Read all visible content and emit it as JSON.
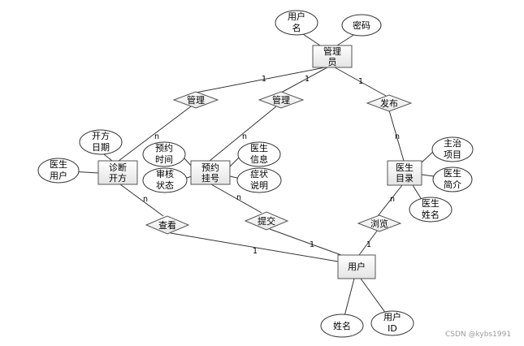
{
  "entities": {
    "admin": "管理员",
    "diagnosis": "诊断开方",
    "appointment": "预约挂号",
    "doctor_list": "医生目录",
    "user": "用户"
  },
  "relationships": {
    "manage_1": "管理",
    "manage_2": "管理",
    "publish": "发布",
    "view": "查看",
    "submit": "提交",
    "browse": "浏览"
  },
  "attributes": {
    "username": "用户名",
    "password": "密码",
    "prescription_date": "开方日期",
    "doctor_user": "医生用户",
    "appointment_time": "预约时间",
    "review_status": "审核状态",
    "doctor_info": "医生信息",
    "symptom_desc": "症状说明",
    "specialty": "主治项目",
    "doctor_intro": "医生简介",
    "doctor_name": "医生姓名",
    "user_name": "姓名",
    "user_id": "用户ID"
  },
  "cardinalities": {
    "admin_manage1": "1",
    "admin_manage2": "1",
    "admin_publish": "1",
    "manage1_diagnosis": "n",
    "manage2_appointment": "n",
    "publish_doctorlist": "n",
    "diagnosis_view": "n",
    "appointment_submit": "n",
    "doctorlist_browse": "n",
    "view_user": "1",
    "submit_user": "1",
    "browse_user": "1"
  },
  "watermark": "CSDN @kybs1991"
}
